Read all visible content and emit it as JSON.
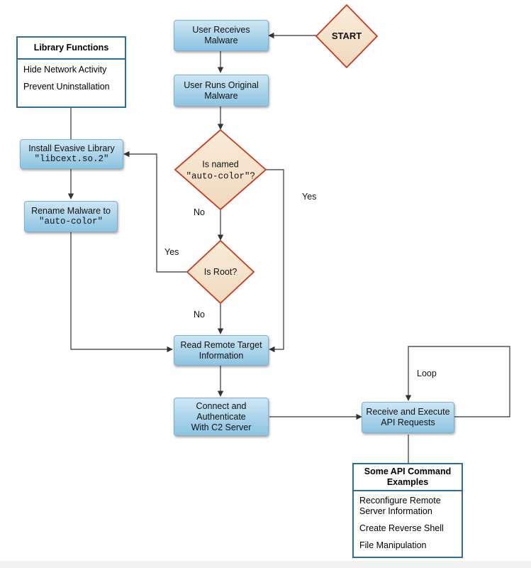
{
  "nodes": {
    "receives": [
      "User Receives",
      "Malware"
    ],
    "runs": [
      "User Runs Original",
      "Malware"
    ],
    "install": [
      "Install Evasive Library"
    ],
    "install_code": "\"libcext.so.2\"",
    "rename": [
      "Rename Malware to"
    ],
    "rename_code": "\"auto-color\"",
    "read": [
      "Read Remote Target",
      "Information"
    ],
    "connect": [
      "Connect and",
      "Authenticate",
      "With C2 Server"
    ],
    "receive_exec": [
      "Receive and Execute",
      "API Requests"
    ]
  },
  "decisions": {
    "start": "START",
    "is_named_text": "Is named",
    "is_named_code": "\"auto-color\"",
    "is_named_suffix": "?",
    "is_root": "Is Root?"
  },
  "edge_labels": {
    "named_yes": "Yes",
    "named_no": "No",
    "root_yes": "Yes",
    "root_no": "No",
    "loop": "Loop"
  },
  "library_panel": {
    "title": "Library Functions",
    "items": [
      "Hide Network Activity",
      "Prevent Uninstallation"
    ]
  },
  "api_panel": {
    "title": [
      "Some API Command",
      "Examples"
    ],
    "items": [
      [
        "Reconfigure Remote",
        "Server Information"
      ],
      [
        "Create Reverse Shell"
      ],
      [
        "File Manipulation"
      ]
    ]
  },
  "colors": {
    "node_fill_top": "#cde6f4",
    "node_fill_bottom": "#8cc4e1",
    "decision_fill": "#f5e3cc",
    "decision_stroke": "#c9391f",
    "panel_border": "#2d6d99",
    "arrow": "#333333"
  }
}
